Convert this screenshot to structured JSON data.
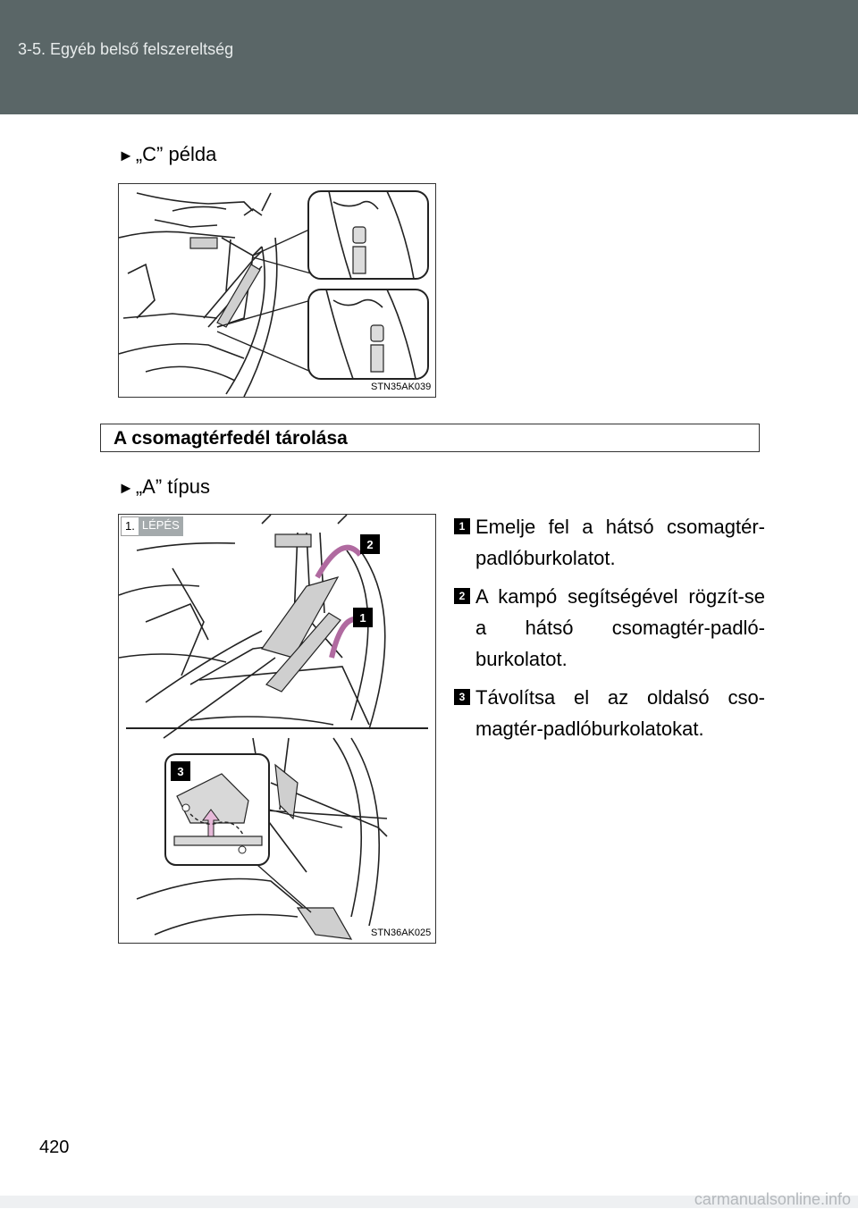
{
  "header": {
    "breadcrumb": "3-5. Egyéb belső felszereltség"
  },
  "example_c": {
    "marker": "►",
    "label": "„C” példa"
  },
  "figure1": {
    "code": "STN35AK039"
  },
  "section": {
    "title": "A csomagtérfedél tárolása"
  },
  "type_a": {
    "marker": "►",
    "label": "„A” típus"
  },
  "figure2": {
    "code": "STN36AK025",
    "step_badge": {
      "number": "1.",
      "word": "LÉPÉS"
    },
    "callouts": [
      "2",
      "1",
      "3"
    ]
  },
  "steps": [
    {
      "number": "1",
      "text": "Emelje fel a hátsó csomagtér-padlóburkolatot."
    },
    {
      "number": "2",
      "text": "A kampó segítségével rögzít-se a hátsó csomagtér-padló-burkolatot."
    },
    {
      "number": "3",
      "text": "Távolítsa el az oldalsó cso-magtér-padlóburkolatokat."
    }
  ],
  "page": {
    "number": "420"
  },
  "footer": {
    "watermark": "carmanualsonline.info"
  }
}
